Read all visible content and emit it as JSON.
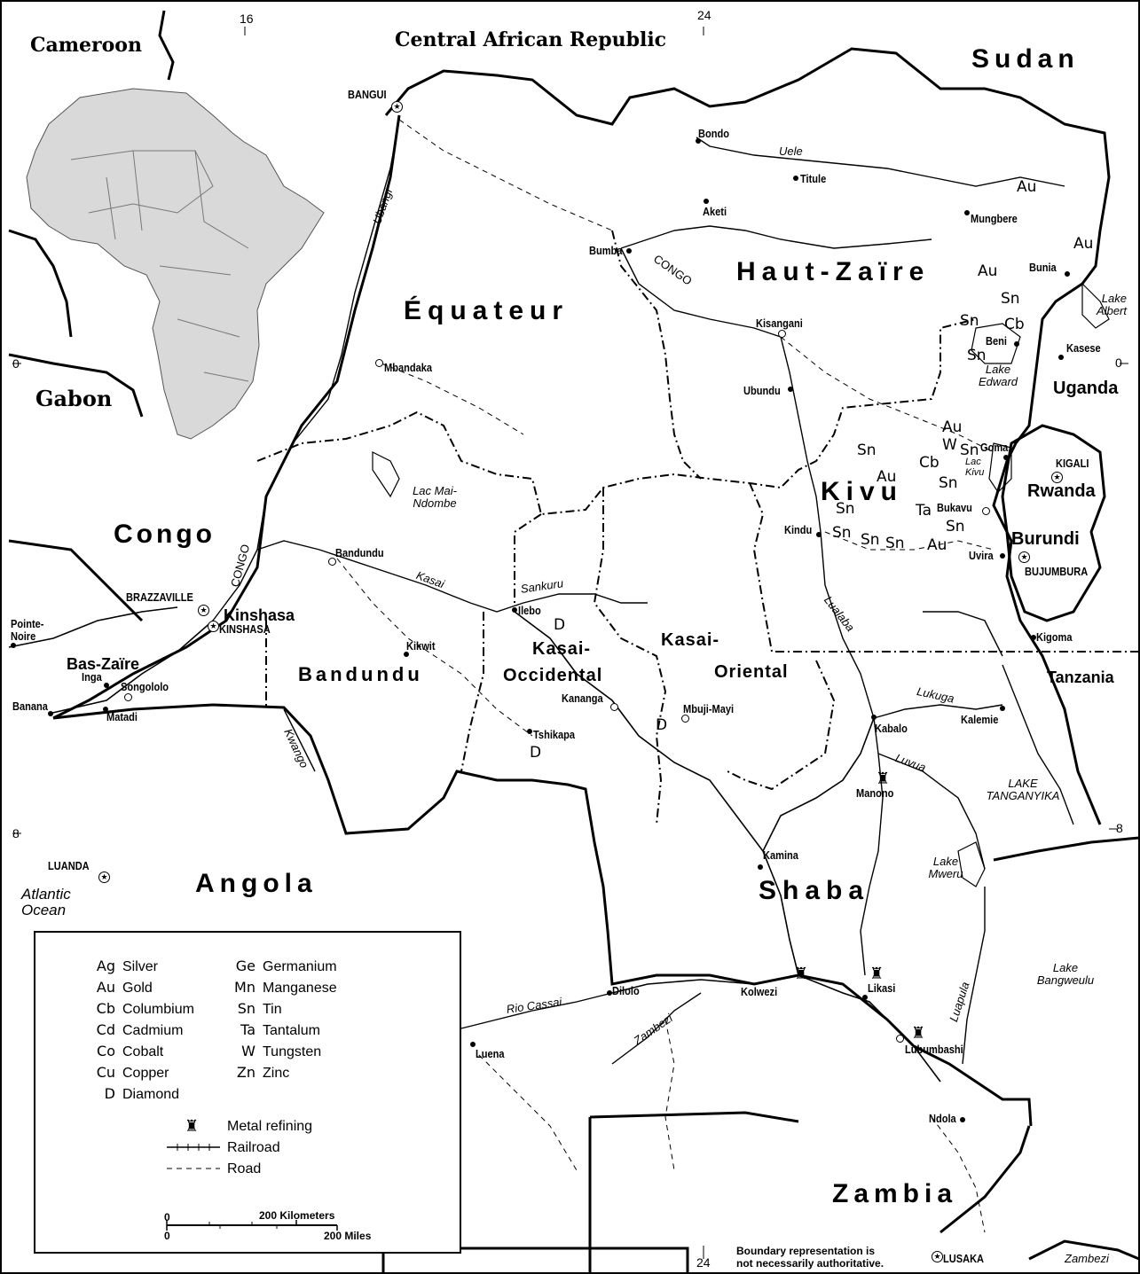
{
  "map": {
    "coords": [
      "16",
      "24",
      "0",
      "0",
      "8",
      "8",
      "24"
    ],
    "countries": [
      "Cameroon",
      "Central African Republic",
      "Sudan",
      "Gabon",
      "Congo",
      "Uganda",
      "Rwanda",
      "Burundi",
      "Tanzania",
      "Angola",
      "Zambia"
    ],
    "regions": [
      "Équateur",
      "Haut-Zaïre",
      "Kivu",
      "Bandundu",
      "Kasai-",
      "Occidental",
      "Kasai-",
      "Oriental",
      "Bas-Zaïre",
      "Shaba",
      "Kinshasa"
    ],
    "cities": [
      "BANGUI",
      "Bondo",
      "Titule",
      "Aketi",
      "Mungbere",
      "Bumba",
      "Bunia",
      "Kisangani",
      "Beni",
      "Kasese",
      "Mbandaka",
      "Ubundu",
      "Goma",
      "KIGALI",
      "Bukavu",
      "Kindu",
      "Uvira",
      "BUJUMBURA",
      "Bandundu",
      "BRAZZAVILLE",
      "KINSHASA",
      "Pointe-Noire",
      "Ilebo",
      "Kikwit",
      "Kigoma",
      "Inga",
      "Songololo",
      "Banana",
      "Matadi",
      "Kananga",
      "Mbuji-Mayi",
      "Kabalo",
      "Kalemie",
      "Tshikapa",
      "Manono",
      "Kamina",
      "LUANDA",
      "Dilolo",
      "Kolwezi",
      "Likasi",
      "Luena",
      "Lubumbashi",
      "Ndola",
      "LUSAKA"
    ],
    "water": [
      "Uele",
      "Ubangi",
      "CONGO",
      "Lake Albert",
      "Lake Edward",
      "Lac Kivu",
      "Lac Mai-Ndombe",
      "CONGO",
      "Kasai",
      "Sankuru",
      "Lualaba",
      "Lukuga",
      "Kwango",
      "Luvua",
      "LAKE TANGANYIKA",
      "Lake Mweru",
      "Rio Cassai",
      "Zambezi",
      "Luapula",
      "Lake Bangweulu",
      "Zambezi",
      "Atlantic Ocean"
    ],
    "minerals": [
      "Au",
      "Au",
      "Au",
      "Sn",
      "Sn",
      "Cb",
      "Sn",
      "Au",
      "W",
      "Sn",
      "Sn",
      "Cb",
      "Au",
      "Sn",
      "Ta",
      "Sn",
      "Sn",
      "Sn",
      "Sn",
      "Sn",
      "Au",
      "D",
      "D",
      "D"
    ]
  },
  "legend": {
    "left": [
      {
        "code": "Ag",
        "name": "Silver"
      },
      {
        "code": "Au",
        "name": "Gold"
      },
      {
        "code": "Cb",
        "name": "Columbium"
      },
      {
        "code": "Cd",
        "name": "Cadmium"
      },
      {
        "code": "Co",
        "name": "Cobalt"
      },
      {
        "code": "Cu",
        "name": "Copper"
      },
      {
        "code": "D",
        "name": "Diamond"
      }
    ],
    "right": [
      {
        "code": "Ge",
        "name": "Germanium"
      },
      {
        "code": "Mn",
        "name": "Manganese"
      },
      {
        "code": "Sn",
        "name": "Tin"
      },
      {
        "code": "Ta",
        "name": "Tantalum"
      },
      {
        "code": "W",
        "name": "Tungsten"
      },
      {
        "code": "Zn",
        "name": "Zinc"
      }
    ],
    "symbols": [
      "Metal refining",
      "Railroad",
      "Road"
    ],
    "scale": {
      "zero_km": "0",
      "km": "200 Kilometers",
      "zero_mi": "0",
      "mi": "200 Miles"
    }
  },
  "disclaimer": "Boundary representation is\nnot necessarily authoritative."
}
